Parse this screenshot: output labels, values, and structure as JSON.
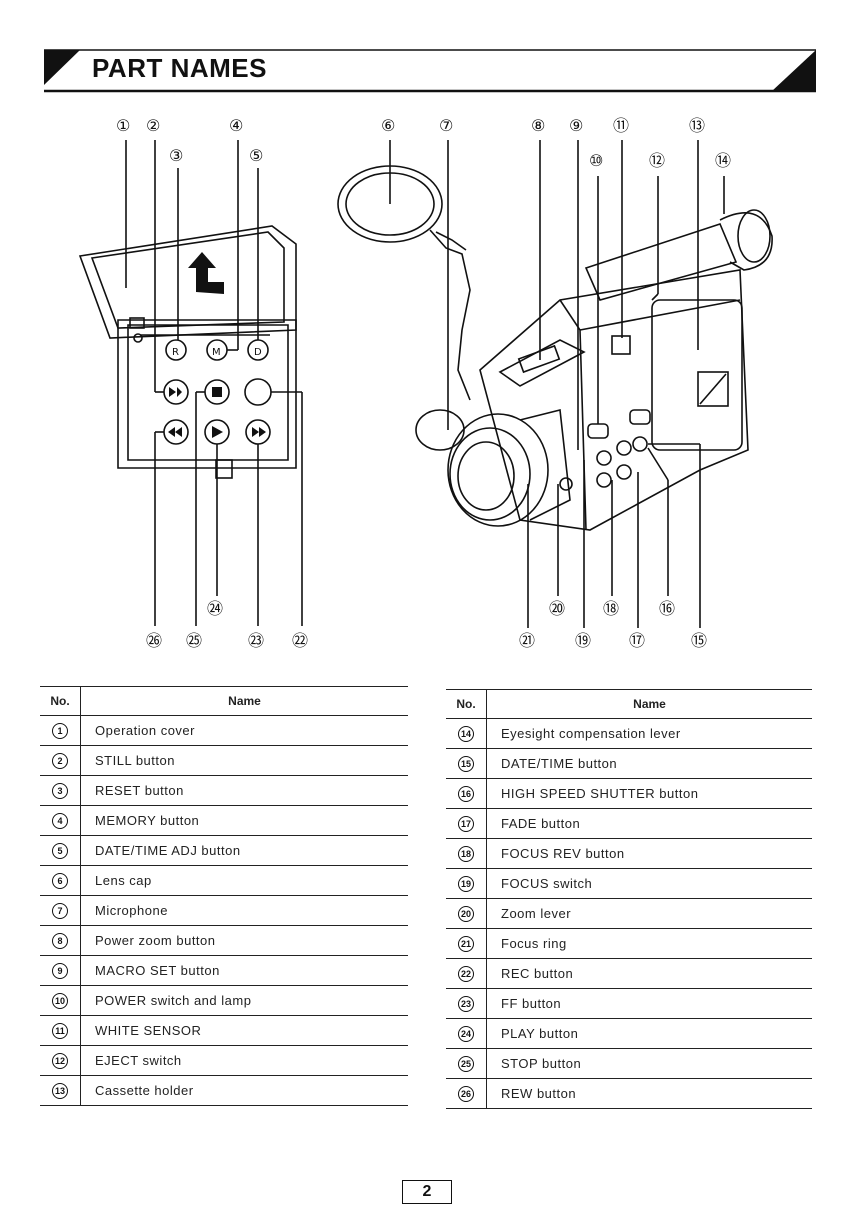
{
  "header": {
    "title": "PART NAMES"
  },
  "figure": {
    "left_labels": [
      "①",
      "②",
      "③",
      "④",
      "⑤",
      "㉖",
      "㉕",
      "㉔",
      "㉓",
      "㉒"
    ],
    "right_labels": [
      "⑥",
      "⑦",
      "⑧",
      "⑨",
      "⑩",
      "⑪",
      "⑫",
      "⑬",
      "⑭",
      "⑳",
      "⑱",
      "⑯",
      "㉑",
      "⑲",
      "⑰",
      "⑮"
    ],
    "button_glyphs": {
      "reset": "R",
      "memory": "M",
      "date_adj": "D"
    }
  },
  "tables": {
    "col_no": "No.",
    "col_name": "Name",
    "left": [
      {
        "no": "1",
        "name": "Operation cover"
      },
      {
        "no": "2",
        "name": "STILL button"
      },
      {
        "no": "3",
        "name": "RESET button"
      },
      {
        "no": "4",
        "name": "MEMORY button"
      },
      {
        "no": "5",
        "name": "DATE/TIME ADJ button"
      },
      {
        "no": "6",
        "name": "Lens cap"
      },
      {
        "no": "7",
        "name": "Microphone"
      },
      {
        "no": "8",
        "name": "Power zoom button"
      },
      {
        "no": "9",
        "name": "MACRO SET button"
      },
      {
        "no": "10",
        "name": "POWER switch and lamp"
      },
      {
        "no": "11",
        "name": "WHITE SENSOR"
      },
      {
        "no": "12",
        "name": "EJECT switch"
      },
      {
        "no": "13",
        "name": "Cassette holder"
      }
    ],
    "right": [
      {
        "no": "14",
        "name": "Eyesight compensation lever"
      },
      {
        "no": "15",
        "name": "DATE/TIME button"
      },
      {
        "no": "16",
        "name": "HIGH SPEED SHUTTER button"
      },
      {
        "no": "17",
        "name": "FADE button"
      },
      {
        "no": "18",
        "name": "FOCUS REV button"
      },
      {
        "no": "19",
        "name": "FOCUS switch"
      },
      {
        "no": "20",
        "name": "Zoom lever"
      },
      {
        "no": "21",
        "name": "Focus ring"
      },
      {
        "no": "22",
        "name": "REC button"
      },
      {
        "no": "23",
        "name": "FF button"
      },
      {
        "no": "24",
        "name": "PLAY button"
      },
      {
        "no": "25",
        "name": "STOP button"
      },
      {
        "no": "26",
        "name": "REW button"
      }
    ]
  },
  "page_number": "2"
}
